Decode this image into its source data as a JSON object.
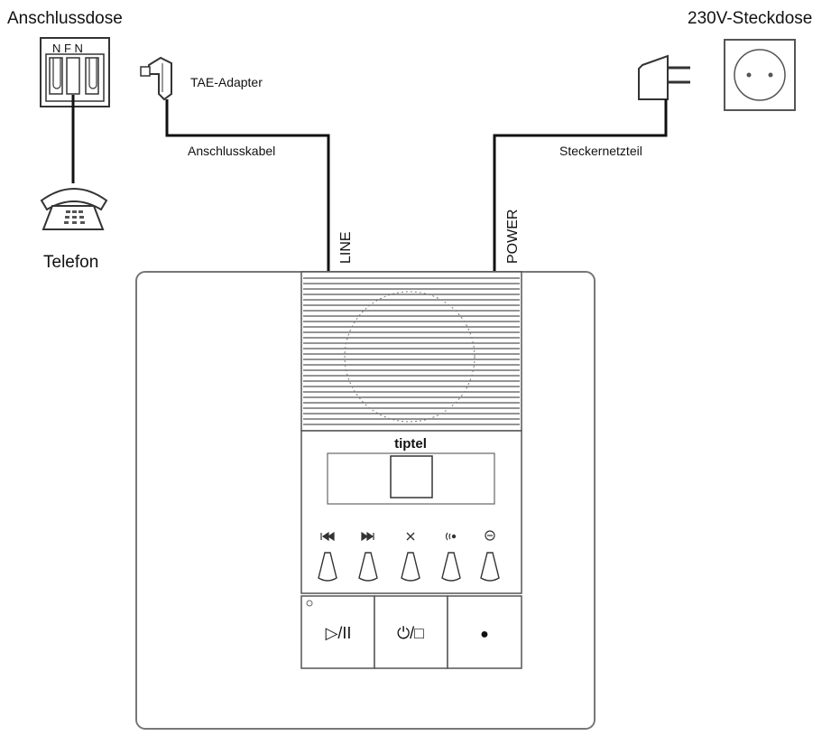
{
  "labels": {
    "wall_jack": "Anschlussdose",
    "jack_letters": "N F N",
    "outlet": "230V-Steckdose",
    "tae_adapter": "TAE-Adapter",
    "connection_cable": "Anschlusskabel",
    "power_supply": "Steckernetzteil",
    "telephone": "Telefon",
    "line_port": "LINE",
    "power_port": "POWER",
    "brand": "tiptel"
  },
  "buttons": {
    "play_pause": "▷/II",
    "power_stop": "⏻/□",
    "record": "●"
  },
  "colors": {
    "line": "#111111",
    "panel_stroke": "#777777",
    "outline": "#444444"
  }
}
